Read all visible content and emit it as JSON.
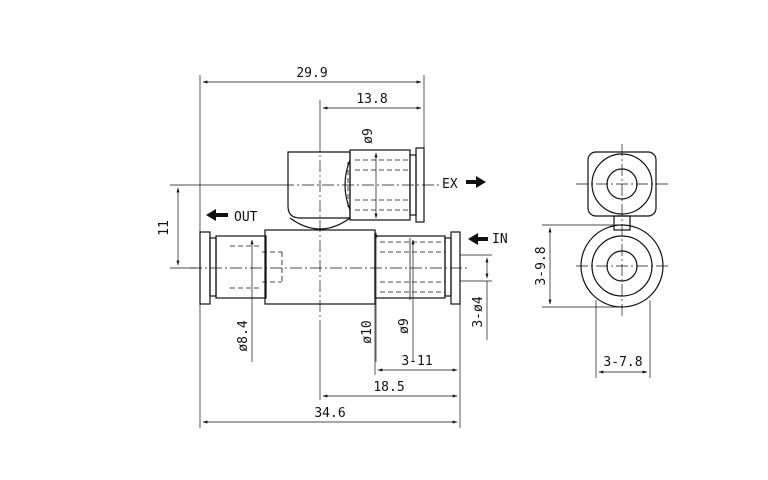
{
  "labels": {
    "dim_total_width": "29.9",
    "dim_upper_width": "13.8",
    "dim_upper_bore": "ø9",
    "dim_offset": "11",
    "port_out": "OUT",
    "port_ex": "EX",
    "port_in": "IN",
    "dim_out_bore": "ø8.4",
    "dim_body_dia": "ø10",
    "dim_in_bore": "ø9",
    "dim_tube": "3-ø4",
    "dim_socket": "3-11",
    "dim_center": "18.5",
    "dim_length": "34.6",
    "dim_side_height": "3-9.8",
    "dim_side_width": "3-7.8"
  },
  "icons": [
    "out-arrow-icon",
    "ex-arrow-icon",
    "in-arrow-icon"
  ]
}
